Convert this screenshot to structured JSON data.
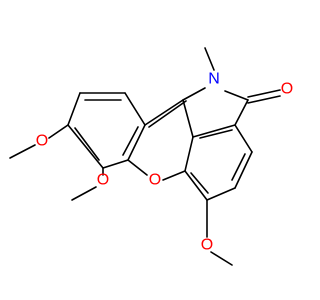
{
  "molecule": {
    "atom_labels": {
      "nitrogen": "N",
      "oxygen_carbonyl": "O",
      "oxygen_ring": "O",
      "oxygen_methoxy_left": "O",
      "oxygen_methoxy_bottom_left": "O",
      "oxygen_methoxy_bottom_right": "O"
    },
    "colors": {
      "bond": "#000000",
      "nitrogen": "#0000ff",
      "oxygen": "#ff0000",
      "background": "#ffffff"
    }
  }
}
